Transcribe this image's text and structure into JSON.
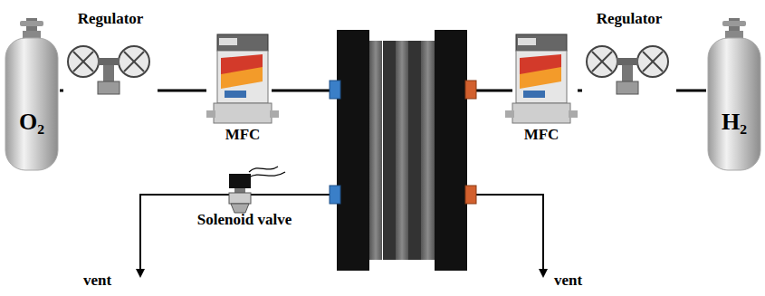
{
  "diagram": {
    "nodes": [
      {
        "text": [
          "O₂"
        ]
      },
      {
        "text": [
          "Regulator"
        ]
      },
      {
        "text": [
          "MFC"
        ]
      },
      {
        "text": [
          "Solenoid valve"
        ]
      },
      {
        "text": [
          "MFC"
        ]
      },
      {
        "text": [
          "Regulator"
        ]
      },
      {
        "text": [
          "H₂"
        ]
      }
    ],
    "edges": [
      {
        "from": 0,
        "to": 1,
        "arrow": "none"
      },
      {
        "from": 1,
        "to": 2,
        "arrow": "none"
      },
      {
        "from": 6,
        "to": 5,
        "arrow": "none"
      },
      {
        "from": 5,
        "to": 4,
        "arrow": "none"
      }
    ],
    "labels": [
      "vent",
      "vent"
    ]
  }
}
